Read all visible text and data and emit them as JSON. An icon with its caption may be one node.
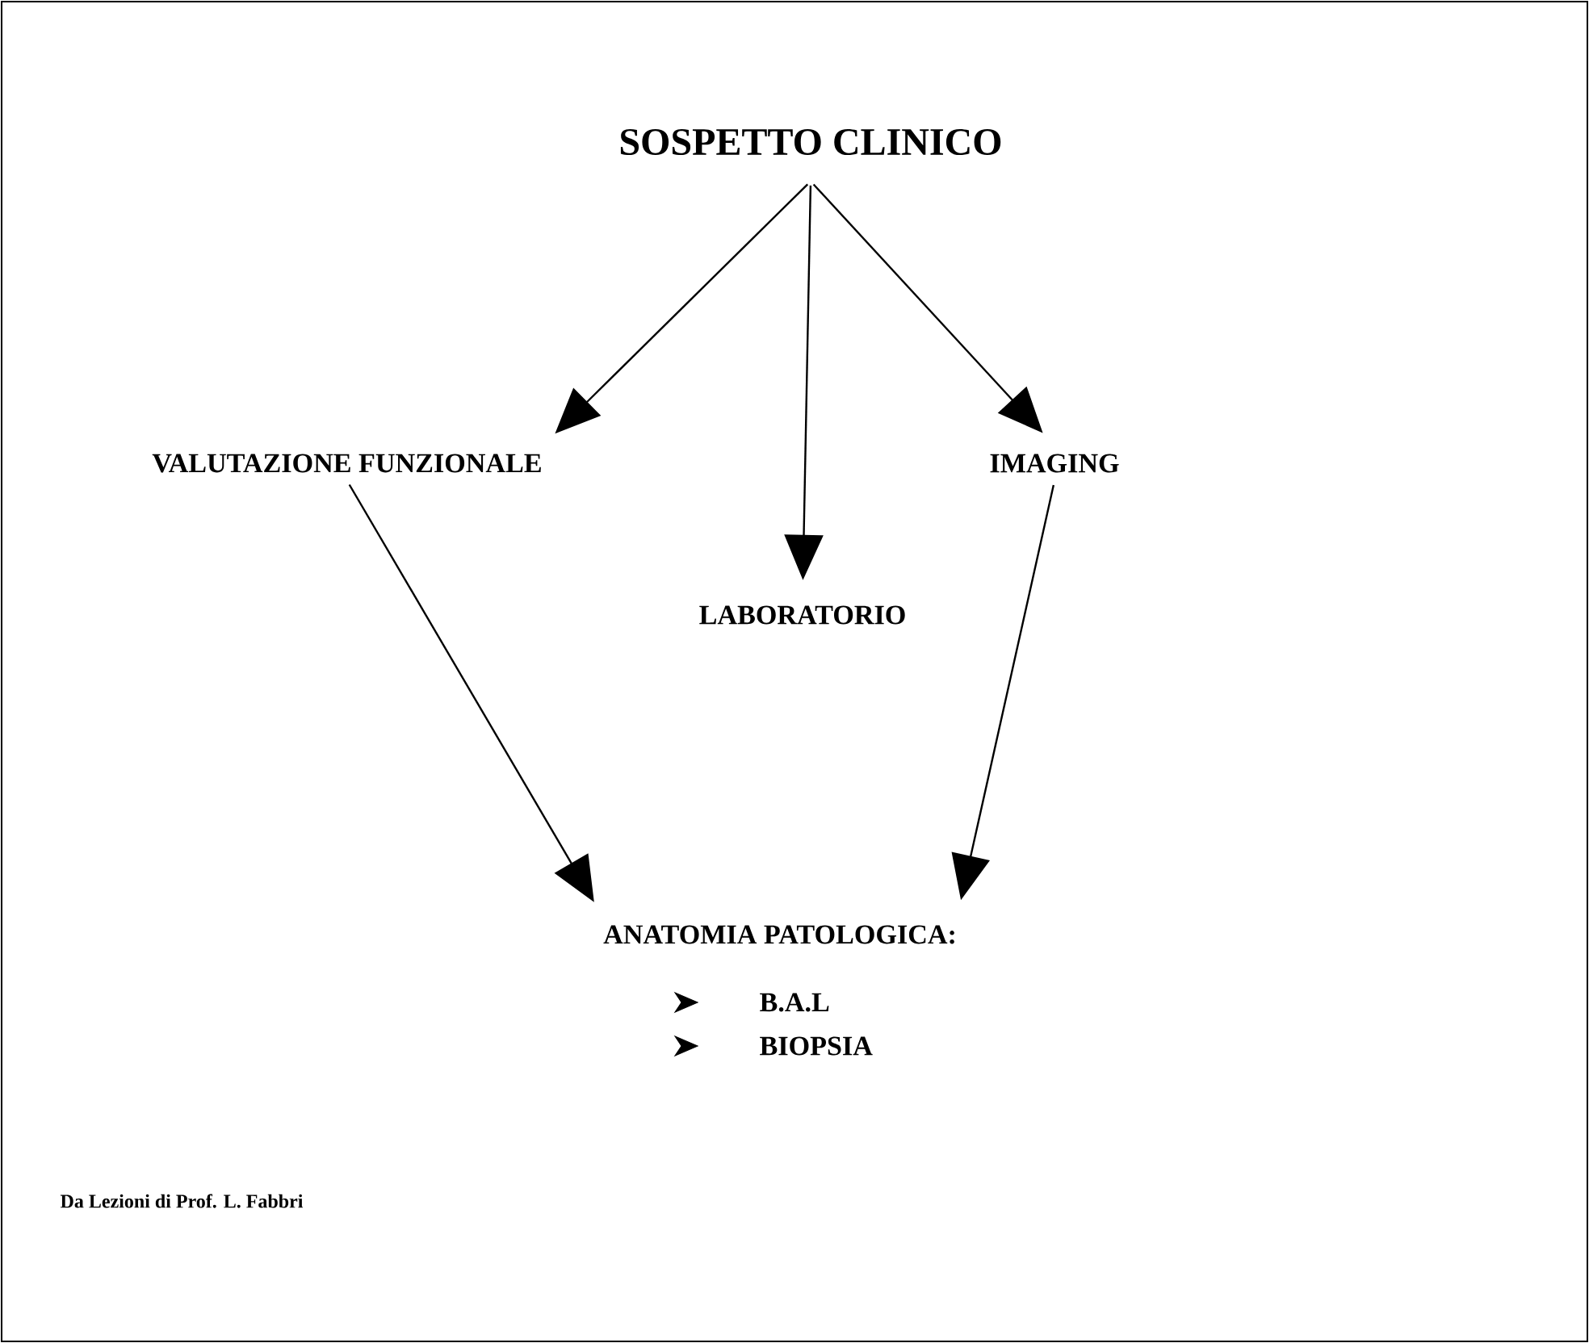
{
  "diagram": {
    "nodes": [
      {
        "text": [
          "SOSPETTO CLINICO"
        ]
      },
      {
        "text": [
          "VALUTAZIONE FUNZIONALE"
        ]
      },
      {
        "text": [
          "LABORATORIO"
        ]
      },
      {
        "text": [
          "IMAGING"
        ]
      },
      {
        "text": [
          "ANATOMIA PATOLOGICA:",
          "B.A.L",
          "BIOPSIA"
        ]
      }
    ],
    "edges": [
      {
        "from": 0,
        "to": 1,
        "arrow": "to"
      },
      {
        "from": 0,
        "to": 2,
        "arrow": "to"
      },
      {
        "from": 0,
        "to": 3,
        "arrow": "to"
      },
      {
        "from": 1,
        "to": 4,
        "arrow": "to"
      },
      {
        "from": 3,
        "to": 4,
        "arrow": "to"
      }
    ],
    "labels": [
      "Da Lezioni di Prof. L. Fabbri"
    ]
  }
}
